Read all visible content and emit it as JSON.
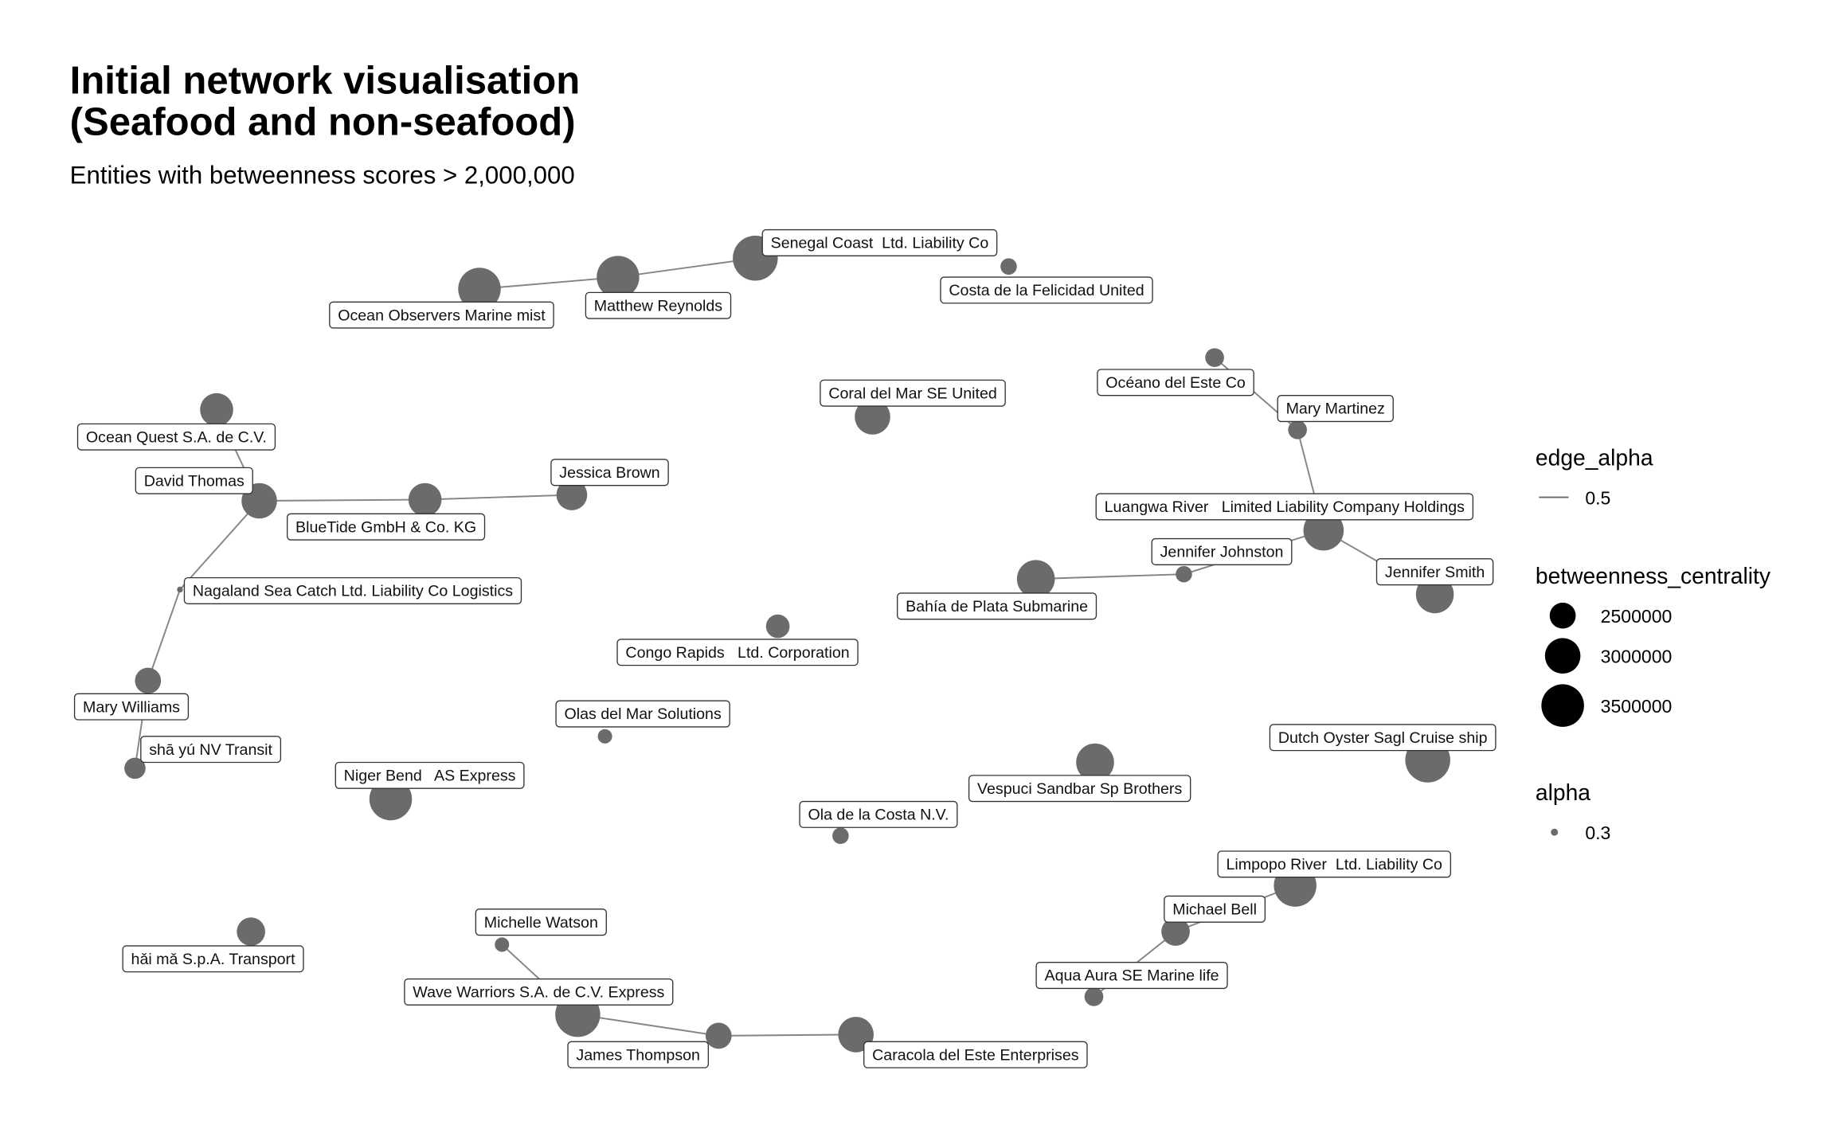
{
  "title_line1": "Initial network visualisation",
  "title_line2": "(Seafood and non-seafood)",
  "subtitle": "Entities with betweenness scores > 2,000,000",
  "chart_data": {
    "type": "network",
    "title": "Initial network visualisation (Seafood and non-seafood)",
    "subtitle": "Entities with betweenness scores > 2,000,000",
    "nodes": [
      {
        "id": 1,
        "name": "Senegal Coast  Ltd. Liability Co",
        "betweenness": 3500000
      },
      {
        "id": 2,
        "name": "Costa de la Felicidad United",
        "betweenness": 2260000
      },
      {
        "id": 3,
        "name": "Ocean Observers Marine mist",
        "betweenness": 3330000
      },
      {
        "id": 4,
        "name": "Matthew Reynolds",
        "betweenness": 3330000
      },
      {
        "id": 5,
        "name": "Coral del Mar SE United",
        "betweenness": 2900000
      },
      {
        "id": 6,
        "name": "Océano del Este Co",
        "betweenness": 2320000
      },
      {
        "id": 7,
        "name": "Mary Martinez",
        "betweenness": 2320000
      },
      {
        "id": 8,
        "name": "Ocean Quest S.A. de C.V.",
        "betweenness": 2800000
      },
      {
        "id": 9,
        "name": "David Thomas",
        "betweenness": 2900000
      },
      {
        "id": 10,
        "name": "Jessica Brown",
        "betweenness": 2700000
      },
      {
        "id": 11,
        "name": "BlueTide GmbH & Co. KG",
        "betweenness": 2800000
      },
      {
        "id": 12,
        "name": "Luangwa River   Limited Liability Company Holdings",
        "betweenness": 3170000
      },
      {
        "id": 13,
        "name": "Jennifer Johnston",
        "betweenness": 2260000
      },
      {
        "id": 14,
        "name": "Jennifer Smith",
        "betweenness": 3000000
      },
      {
        "id": 15,
        "name": "Bahía de Plata Submarine",
        "betweenness": 3000000
      },
      {
        "id": 16,
        "name": "Nagaland Sea Catch Ltd. Liability Co Logistics",
        "betweenness": 2000000
      },
      {
        "id": 17,
        "name": "Congo Rapids   Ltd. Corporation",
        "betweenness": 2440000
      },
      {
        "id": 18,
        "name": "Mary Williams",
        "betweenness": 2500000
      },
      {
        "id": 19,
        "name": "Olas del Mar Solutions",
        "betweenness": 2210000
      },
      {
        "id": 20,
        "name": "shā yú NV Transit",
        "betweenness": 2380000
      },
      {
        "id": 21,
        "name": "Niger Bend   AS Express",
        "betweenness": 3330000
      },
      {
        "id": 22,
        "name": "Vespuci Sandbar Sp Brothers",
        "betweenness": 3000000
      },
      {
        "id": 23,
        "name": "Dutch Oyster Sagl Cruise ship",
        "betweenness": 3500000
      },
      {
        "id": 24,
        "name": "Ola de la Costa N.V.",
        "betweenness": 2260000
      },
      {
        "id": 25,
        "name": "Limpopo River  Ltd. Liability Co",
        "betweenness": 3330000
      },
      {
        "id": 26,
        "name": "Michael Bell",
        "betweenness": 2600000
      },
      {
        "id": 27,
        "name": "hǎi mǎ S.p.A. Transport",
        "betweenness": 2600000
      },
      {
        "id": 28,
        "name": "Michelle Watson",
        "betweenness": 2210000
      },
      {
        "id": 29,
        "name": "Aqua Aura SE Marine life",
        "betweenness": 2320000
      },
      {
        "id": 30,
        "name": "Wave Warriors S.A. de C.V. Express",
        "betweenness": 3500000
      },
      {
        "id": 31,
        "name": "James Thompson",
        "betweenness": 2500000
      },
      {
        "id": 32,
        "name": "Caracola del Este Enterprises",
        "betweenness": 2900000
      }
    ],
    "edges": [
      [
        3,
        4
      ],
      [
        4,
        1
      ],
      [
        8,
        9
      ],
      [
        9,
        11
      ],
      [
        11,
        10
      ],
      [
        9,
        16
      ],
      [
        16,
        18
      ],
      [
        18,
        20
      ],
      [
        6,
        7
      ],
      [
        7,
        12
      ],
      [
        12,
        13
      ],
      [
        13,
        15
      ],
      [
        12,
        14
      ],
      [
        28,
        30
      ],
      [
        30,
        31
      ],
      [
        31,
        32
      ],
      [
        29,
        26
      ],
      [
        26,
        25
      ]
    ],
    "legend": {
      "edge_alpha": {
        "title": "edge_alpha",
        "value": "0.5"
      },
      "betweenness_centrality": {
        "title": "betweenness_centrality",
        "values": [
          2500000,
          3000000,
          3500000
        ],
        "labels": [
          "2500000",
          "3000000",
          "3500000"
        ]
      },
      "alpha": {
        "title": "alpha",
        "value": "0.3"
      },
      "placement": "right"
    }
  }
}
